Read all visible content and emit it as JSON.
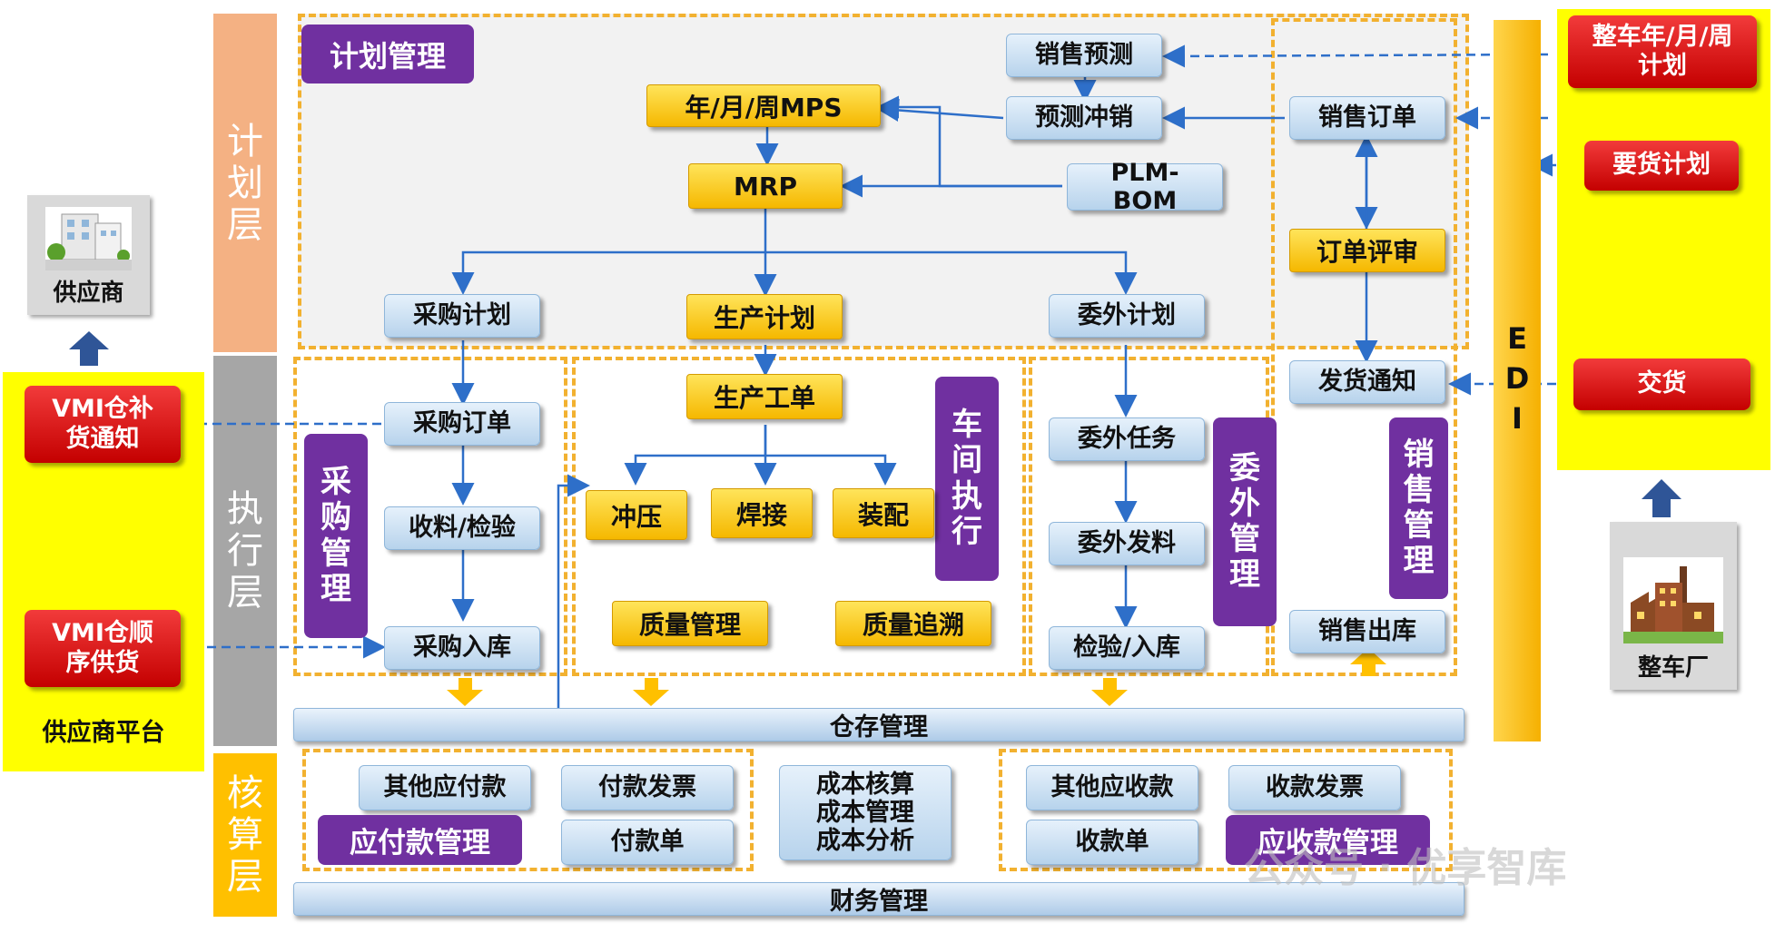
{
  "layers": {
    "plan": "计划层",
    "exec": "执行层",
    "acct": "核算层"
  },
  "plan": {
    "title": "计划管理",
    "sales_forecast": "销售预测",
    "mps": "年/月/周MPS",
    "forecast_offset": "预测冲销",
    "mrp": "MRP",
    "plm_bom": "PLM-BOM",
    "purchase_plan": "采购计划",
    "production_plan": "生产计划",
    "outsource_plan": "委外计划"
  },
  "sales": {
    "sales_order": "销售订单",
    "order_review": "订单评审",
    "ship_notice": "发货通知",
    "sales_out": "销售出库",
    "label": "销售管理"
  },
  "purchase": {
    "label": "采购管理",
    "order": "采购订单",
    "receive_inspect": "收料/检验",
    "inbound": "采购入库"
  },
  "workshop": {
    "label": "车间执行",
    "work_order": "生产工单",
    "stamping": "冲压",
    "welding": "焊接",
    "assembly": "装配",
    "quality_mgmt": "质量管理",
    "quality_trace": "质量追溯"
  },
  "outsource": {
    "label": "委外管理",
    "task": "委外任务",
    "material_issue": "委外发料",
    "inspect_inbound": "检验/入库"
  },
  "edi": "EDI",
  "oem": {
    "plan": "整车年/月/周计划",
    "demand_plan": "要货计划",
    "delivery": "交货",
    "factory": "整车厂"
  },
  "supplier": {
    "name": "供应商",
    "vmi_replenish": "VMI仓补货通知",
    "vmi_sequence": "VMI仓顺序供货",
    "platform": "供应商平台"
  },
  "warehouse": "仓存管理",
  "finance": {
    "other_payable": "其他应付款",
    "payment_invoice": "付款发票",
    "payable_mgmt": "应付款管理",
    "payment_doc": "付款单",
    "costing": [
      "成本核算",
      "成本管理",
      "成本分析"
    ],
    "other_receivable": "其他应收款",
    "receipt_invoice": "收款发票",
    "receipt_doc": "收款单",
    "receivable_mgmt": "应收款管理",
    "finance_mgmt": "财务管理"
  },
  "watermark": "公众号 · 优享智库",
  "colors": {
    "plan_layer": "#f4b183",
    "exec_layer": "#a6a6a6",
    "acct_layer": "#ffc000",
    "purple": "#7030a0",
    "dashed": "#f2b130",
    "edi": "#ffc000",
    "yellow_panel": "#ffff00"
  }
}
